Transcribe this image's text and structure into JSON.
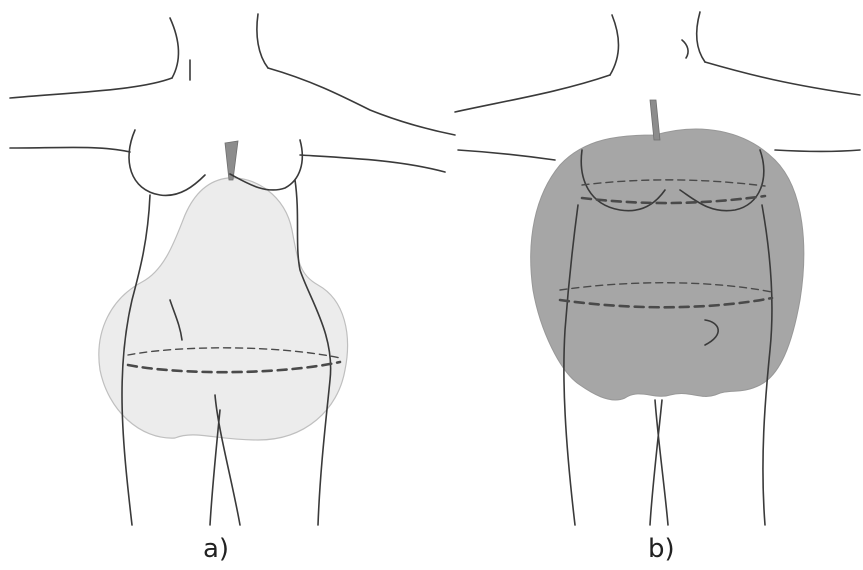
{
  "figure": {
    "panels": [
      {
        "label": "a)",
        "shape": "pear"
      },
      {
        "label": "b)",
        "shape": "apple"
      }
    ],
    "colors": {
      "line": "#3a3a3a",
      "pear_fill": "#e9e9e9",
      "apple_fill": "#9a9a9a",
      "background": "#ffffff"
    }
  }
}
